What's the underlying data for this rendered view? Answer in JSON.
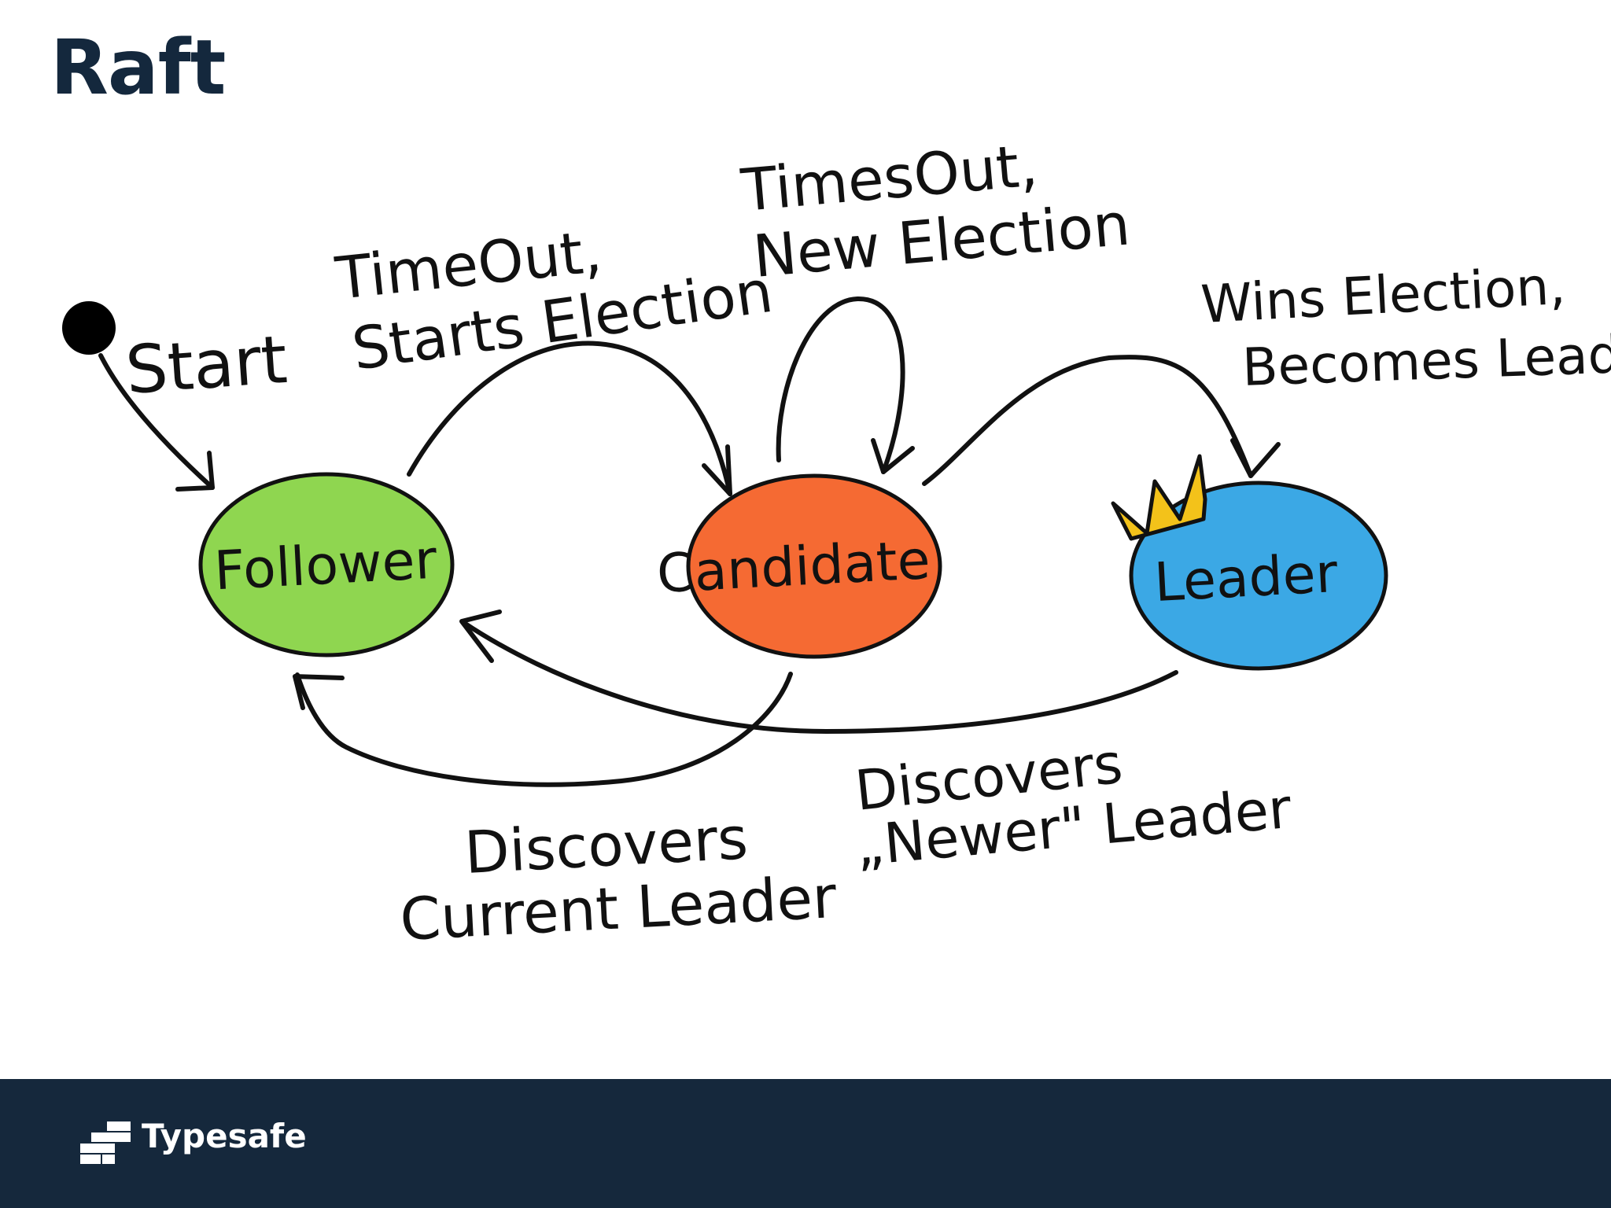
{
  "slide": {
    "title": "Raft"
  },
  "diagram": {
    "states": {
      "follower": "Follower",
      "candidate": "Candidate",
      "leader": "Leader"
    },
    "transitions": {
      "start": "Start",
      "timeout_starts_election": [
        "TimeOut,",
        "Starts Election"
      ],
      "timesout_new_election": [
        "TimesOut,",
        "New Election"
      ],
      "wins_election": [
        "Wins Election,",
        "Becomes Leader"
      ],
      "discovers_current_leader": [
        "Discovers",
        "Current Leader"
      ],
      "discovers_newer_leader": [
        "Discovers",
        "„Newer\" Leader"
      ]
    },
    "colors": {
      "follower": "#8fd650",
      "candidate": "#f56a33",
      "leader": "#3ba8e5",
      "crown": "#f3c21a",
      "ink": "#111111"
    },
    "icons": {
      "crown": "crown-icon",
      "start": "start-node-icon"
    }
  },
  "footer": {
    "brand_name": "Typesafe",
    "background": "#15283c"
  }
}
